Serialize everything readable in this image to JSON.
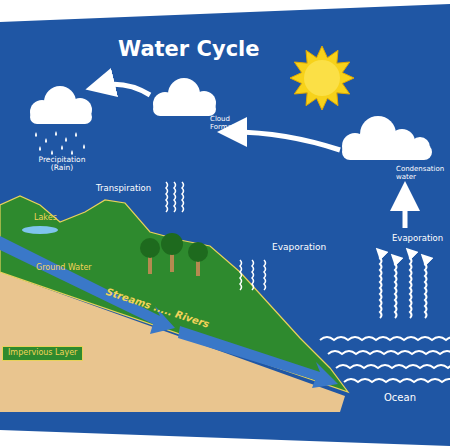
{
  "diagram": {
    "title": "Water Cycle",
    "nodes": [
      {
        "text": [
          "Impervious Layer"
        ]
      }
    ],
    "labels": [
      "Cloud Formation",
      "Precipitation (Rain)",
      "Condensation water",
      "Transpiration",
      "Evaporation",
      "Evaporation",
      "Lakes",
      "Ground Water",
      "Streams ..... Rivers",
      "Ocean"
    ]
  }
}
